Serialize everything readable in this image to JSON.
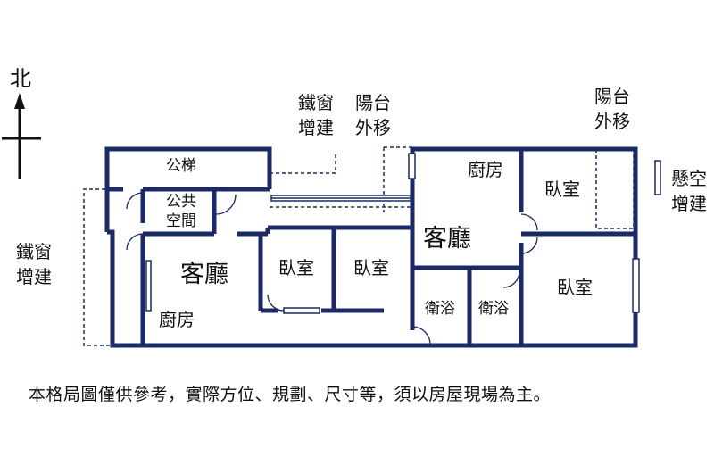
{
  "compass": {
    "north_label": "北"
  },
  "labels": {
    "public_stair": "公梯",
    "public_space_1": "公共",
    "public_space_2": "空間",
    "living_left": "客廳",
    "kitchen_left": "廚房",
    "bedroom_a": "臥室",
    "bedroom_b": "臥室",
    "kitchen_right": "廚房",
    "living_right": "客廳",
    "bedroom_c": "臥室",
    "bedroom_d": "臥室",
    "bath_a": "衛浴",
    "bath_b": "衛浴",
    "iron_window_top_1": "鐵窗",
    "iron_window_top_2": "增建",
    "balcony_mid_1": "陽台",
    "balcony_mid_2": "外移",
    "balcony_right_1": "陽台",
    "balcony_right_2": "外移",
    "hanging_1": "懸空",
    "hanging_2": "增建",
    "iron_window_left_1": "鐵窗",
    "iron_window_left_2": "增建"
  },
  "footer_note": "本格局圖僅供參考，實際方位、規劃、尺寸等，須以房屋現場為主。",
  "colors": {
    "wall": "#1b2a66",
    "text": "#111111",
    "dashed": "#1b2a66"
  }
}
